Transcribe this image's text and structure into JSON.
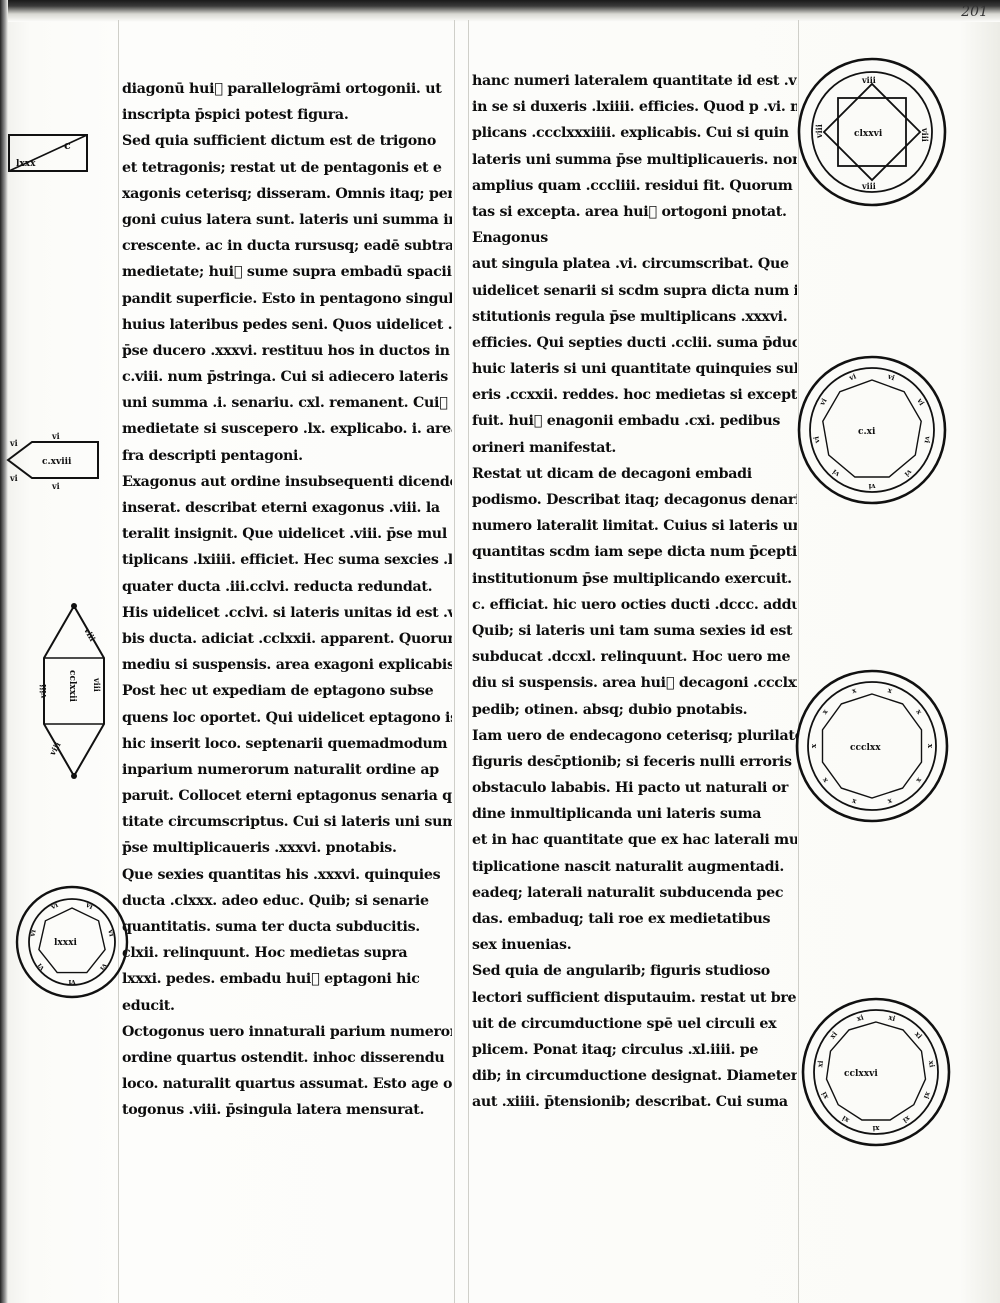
{
  "folio": "201",
  "left_column": {
    "lines": [
      "diagonū hui᷒ parallelogrāmi ortogonii. ut",
      "inscripta p̄spici potest figura.",
      "Sed quia sufficient dictum est de trigono",
      "et tetragonis; restat ut de pentagonis et e",
      "xagonis ceterisq; disseram. Omnis itaq; penta",
      "goni cuius latera sunt. lateris uni summa inse",
      "crescente. ac in ducta rursusq; eadē subtracta",
      "medietate; hui᷒ sume supra embadū spacii",
      "pandit superficie. Esto in pentagono singulis",
      "huius lateribus pedes seni. Quos uidelicet .vi. si",
      "p̄se ducero .xxxvi. restituu hos in ductos in",
      "c.viii. num p̄stringa. Cui si adiecero lateris",
      "uni summa .i. senariu. cxl. remanent. Cui᷒",
      "medietate si suscepero .lx. explicabo. i. area in",
      "fra descripti pentagoni.",
      "Exagonus aut ordine insubsequenti dicendo",
      "inserat. describat eterni exagonus .viii. la",
      "teralit insignit. Que uidelicet .viii. p̄se mul",
      "tiplicans .lxiiii. efficiet. Hec suma sexcies .lxiiii.",
      "quater ducta .iii.cclvi. reducta redundat.",
      "His uidelicet .cclvi. si lateris unitas id est .viii.",
      "bis ducta. adiciat .cclxxii. apparent. Quorum",
      "mediu si suspensis. area exagoni explicabis.",
      "Post hec ut expediam de eptagono subse",
      "quens loc oportet. Qui uidelicet eptagono isto",
      "hic inserit loco. septenarii quemadmodum",
      "inparium numerorum naturalit ordine ap",
      "paruit. Collocet eterni eptagonus senaria qu",
      "titate circumscriptus. Cui si lateris uni suma",
      "p̄se multiplicaueris .xxxvi. pnotabis.",
      "Que sexies quantitas his .xxxvi. quinquies",
      "ducta .clxxx. adeo educ. Quib; si senarie",
      "quantitatis. suma ter ducta subducitis.",
      "clxii. relinquunt. Hoc medietas supra",
      "lxxxi. pedes. embadu hui᷒ eptagoni hic",
      "educit.",
      "Octogonus uero innaturali parium numerorum",
      "ordine quartus ostendit. inhoc disserendu",
      "loco. naturalit quartus assumat. Esto age oc",
      "togonus .viii. p̄singula latera mensurat."
    ]
  },
  "right_column": {
    "lines": [
      "hanc numeri lateralem quantitate id est .viii.",
      "in se si duxeris .lxiiii. efficies. Quod p .vi. multi",
      "plicans .ccclxxxiiii. explicabis. Cui si quin",
      "lateris uni summa p̄se multiplicaueris. non",
      "amplius quam .cccliii. residui fit. Quorum medie",
      "tas si excepta. area hui᷒ ortogoni pnotat.",
      "Enagonus",
      "aut singula platea .vi. circumscribat. Que",
      "uidelicet senarii si scdm supra dicta num in",
      "stitutionis regula p̄se multiplicans .xxxvi.",
      "efficies. Qui septies ducti .cclii. suma p̄ducet.",
      "huic lateris si uni quantitate quinquies subtrax",
      "eris .ccxxii. reddes. hoc medietas si excepta",
      "fuit. hui᷒ enagonii embadu .cxi. pedibus",
      "orineri manifestat.",
      "Restat ut dicam de decagoni embadi",
      "podismo. Describat itaq; decagonus denario",
      "numero lateralit limitat. Cuius si lateris uni",
      "quantitas scdm iam sepe dicta num p̄ceptionis",
      "institutionum p̄se multiplicando exercuit.",
      "c. efficiat. hic uero octies ducti .dccc. adducit.",
      "Quib; si lateris uni tam suma sexies id est .lx.",
      "subducat .dccxl. relinquunt. Hoc uero me",
      "diu si suspensis. area hui᷒ decagoni .ccclxx.",
      "pedib; otinen. absq; dubio pnotabis.",
      "Iam uero de endecagono ceterisq; plurilateris",
      "figuris desc̄ptionib; si feceris nulli erroris",
      "obstaculo lababis. Hi pacto ut naturali or",
      "dine inmultiplicanda uni lateris suma",
      "et in hac quantitate que ex hac laterali mul",
      "tiplicatione nascit naturalit augmentadi.",
      "eadeq; laterali naturalit subducenda pec",
      "das. embaduq; tali roe ex medietatibus",
      "sex inuenias.",
      "Sed quia de angularib; figuris studioso",
      "lectori sufficient disputauim. restat ut bre",
      "uit de circumductione spē uel circuli ex",
      "plicem. Ponat itaq; circulus .xl.iiii. pe",
      "dib; in circumductione designat. Diameter",
      "aut .xiiii. p̄tensionib; describat. Cui suma"
    ]
  },
  "diagrams": {
    "rectangle": {
      "top": "c",
      "bottom": "lxxx"
    },
    "pentagon": {
      "center": "c.xviii",
      "sides": [
        "vi",
        "vi",
        "vi",
        "vi"
      ]
    },
    "hexagon": {
      "center": "cclxxii",
      "sides": [
        "viii",
        "viii",
        "viii",
        "viii"
      ]
    },
    "heptagon": {
      "center": "lxxxi",
      "sides": [
        "vi",
        "vi",
        "vi",
        "vi",
        "vi",
        "vi",
        "vi"
      ]
    },
    "octagon": {
      "center": "clxxvi",
      "sides": [
        "viii",
        "viii",
        "viii",
        "viii",
        "viii",
        "viii",
        "viii",
        "viii"
      ]
    },
    "enneagon": {
      "center": "c.xi",
      "sides": [
        "vi",
        "vi",
        "vi",
        "vi",
        "vi",
        "vi",
        "vi",
        "vi",
        "vi"
      ]
    },
    "decagon": {
      "center": "ccclxx",
      "sides": [
        "x",
        "x",
        "x",
        "x",
        "x",
        "x",
        "x",
        "x",
        "x",
        "x"
      ]
    },
    "hendecagon": {
      "center": "cclxxvi",
      "sides": [
        "xi",
        "xi",
        "xi",
        "xi",
        "xi",
        "xi",
        "xi",
        "xi",
        "xi",
        "xi",
        "xi"
      ]
    }
  }
}
